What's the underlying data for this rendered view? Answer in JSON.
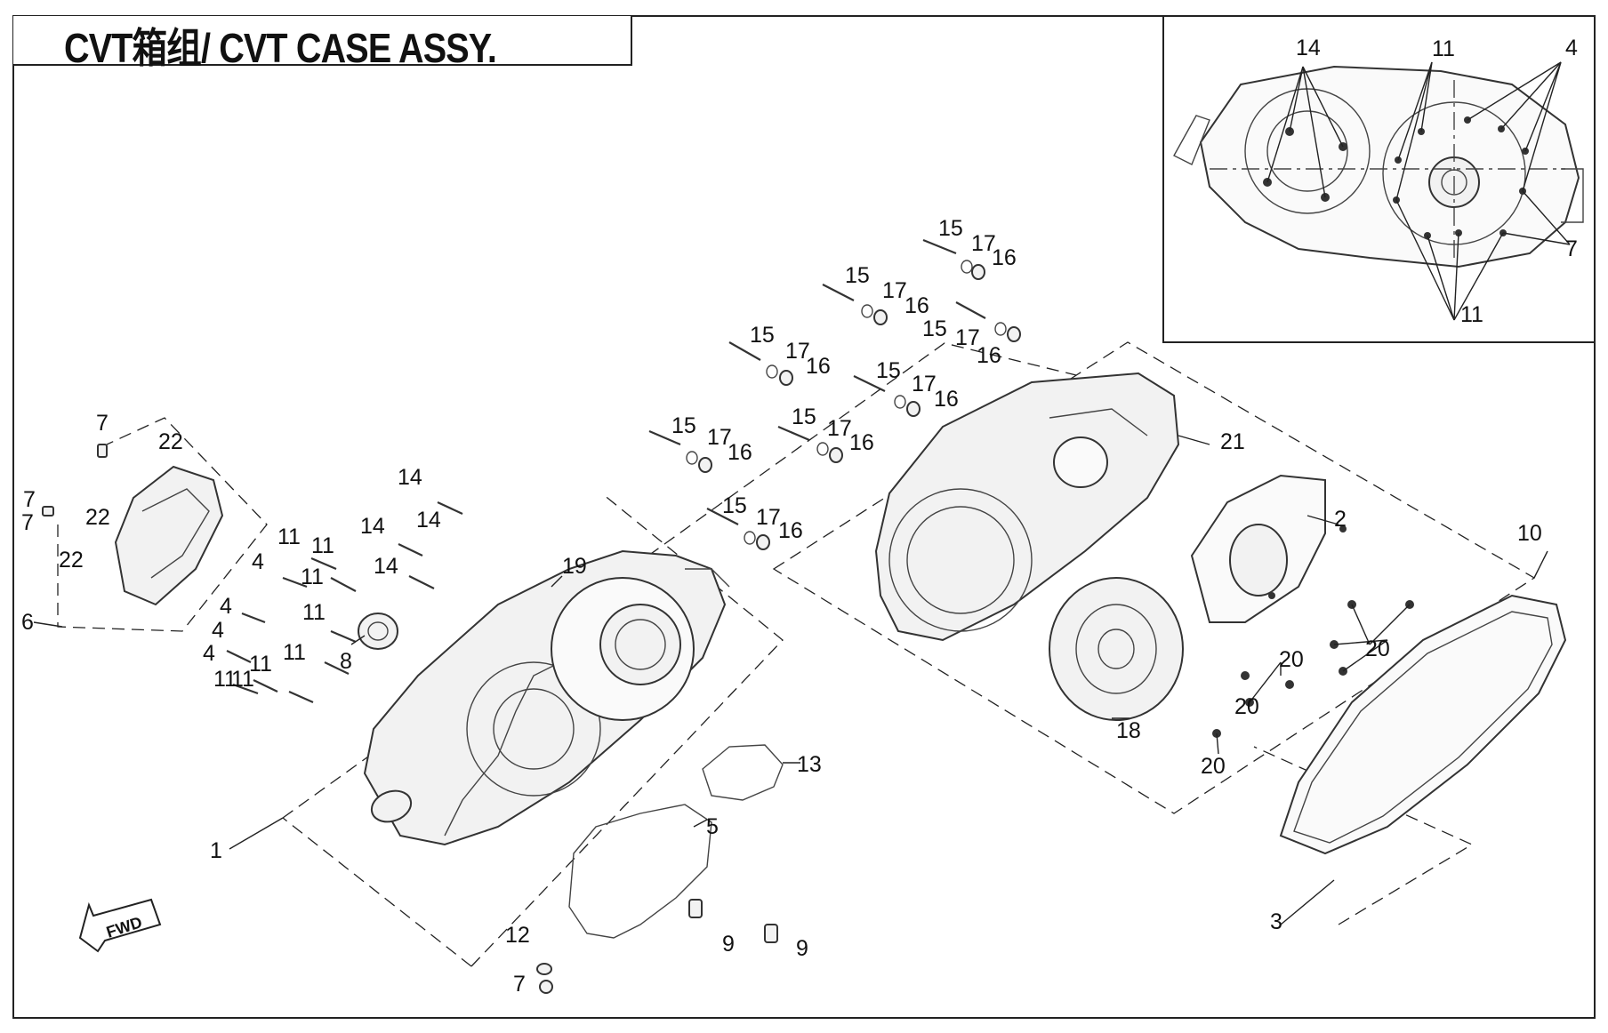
{
  "title": "CVT箱组/ CVT CASE ASSY.",
  "fwd_label": "FWD",
  "labels": {
    "p1": "1",
    "p2": "2",
    "p3": "3",
    "p4a": "4",
    "p4b": "4",
    "p4c": "4",
    "p4d": "4",
    "p4inset": "4",
    "p5": "5",
    "p6": "6",
    "p7a": "7",
    "p7b": "7",
    "p7c": "7",
    "p7d": "7",
    "p7inset": "7",
    "p8": "8",
    "p9a": "9",
    "p9b": "9",
    "p10": "10",
    "p11a": "11",
    "p11b": "11",
    "p11c": "11",
    "p11d": "11",
    "p11e": "11",
    "p11f": "11",
    "p11g": "11",
    "p11h": "11",
    "p11inset_top": "11",
    "p11inset_bot": "11",
    "p12": "12",
    "p13": "13",
    "p14a": "14",
    "p14b": "14",
    "p14c": "14",
    "p14d": "14",
    "p14inset": "14",
    "p15a": "15",
    "p15b": "15",
    "p15c": "15",
    "p15d": "15",
    "p15e": "15",
    "p15f": "15",
    "p15g": "15",
    "p15h": "15",
    "p16a": "16",
    "p16b": "16",
    "p16c": "16",
    "p16d": "16",
    "p16e": "16",
    "p16f": "16",
    "p16g": "16",
    "p16h": "16",
    "p17a": "17",
    "p17b": "17",
    "p17c": "17",
    "p17d": "17",
    "p17e": "17",
    "p17f": "17",
    "p17g": "17",
    "p17h": "17",
    "p18": "18",
    "p19": "19",
    "p20a": "20",
    "p20b": "20",
    "p20c": "20",
    "p20d": "20",
    "p21": "21",
    "p22a": "22",
    "p22b": "22",
    "p22c": "22"
  }
}
